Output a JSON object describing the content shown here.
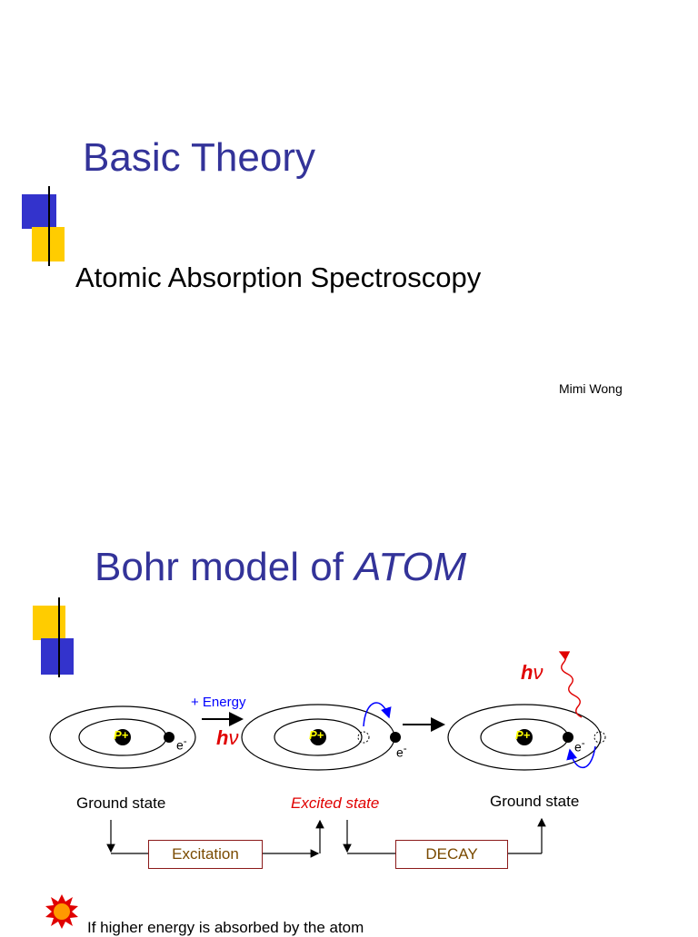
{
  "slide1": {
    "title": "Basic Theory",
    "subtitle": "Atomic Absorption Spectroscopy",
    "author": "Mimi Wong"
  },
  "slide2": {
    "title_plain": "Bohr model of ",
    "title_italic": "ATOM",
    "energy_label": "+ Energy",
    "photon_symbol_h": "h",
    "photon_symbol_v": "ν",
    "nucleus_label": "P+",
    "electron_label": "e",
    "electron_charge": "-",
    "ground_state_1": "Ground state",
    "excited_state": "Excited state",
    "ground_state_2": "Ground state",
    "excitation_label": "Excitation",
    "decay_label": "DECAY",
    "note_text": "If higher energy is absorbed by the atom"
  },
  "colors": {
    "title": "#333399",
    "accent_blue": "#3333cc",
    "accent_yellow": "#ffcc00",
    "photon_red": "#e00000",
    "energy_blue": "#0000ff"
  }
}
